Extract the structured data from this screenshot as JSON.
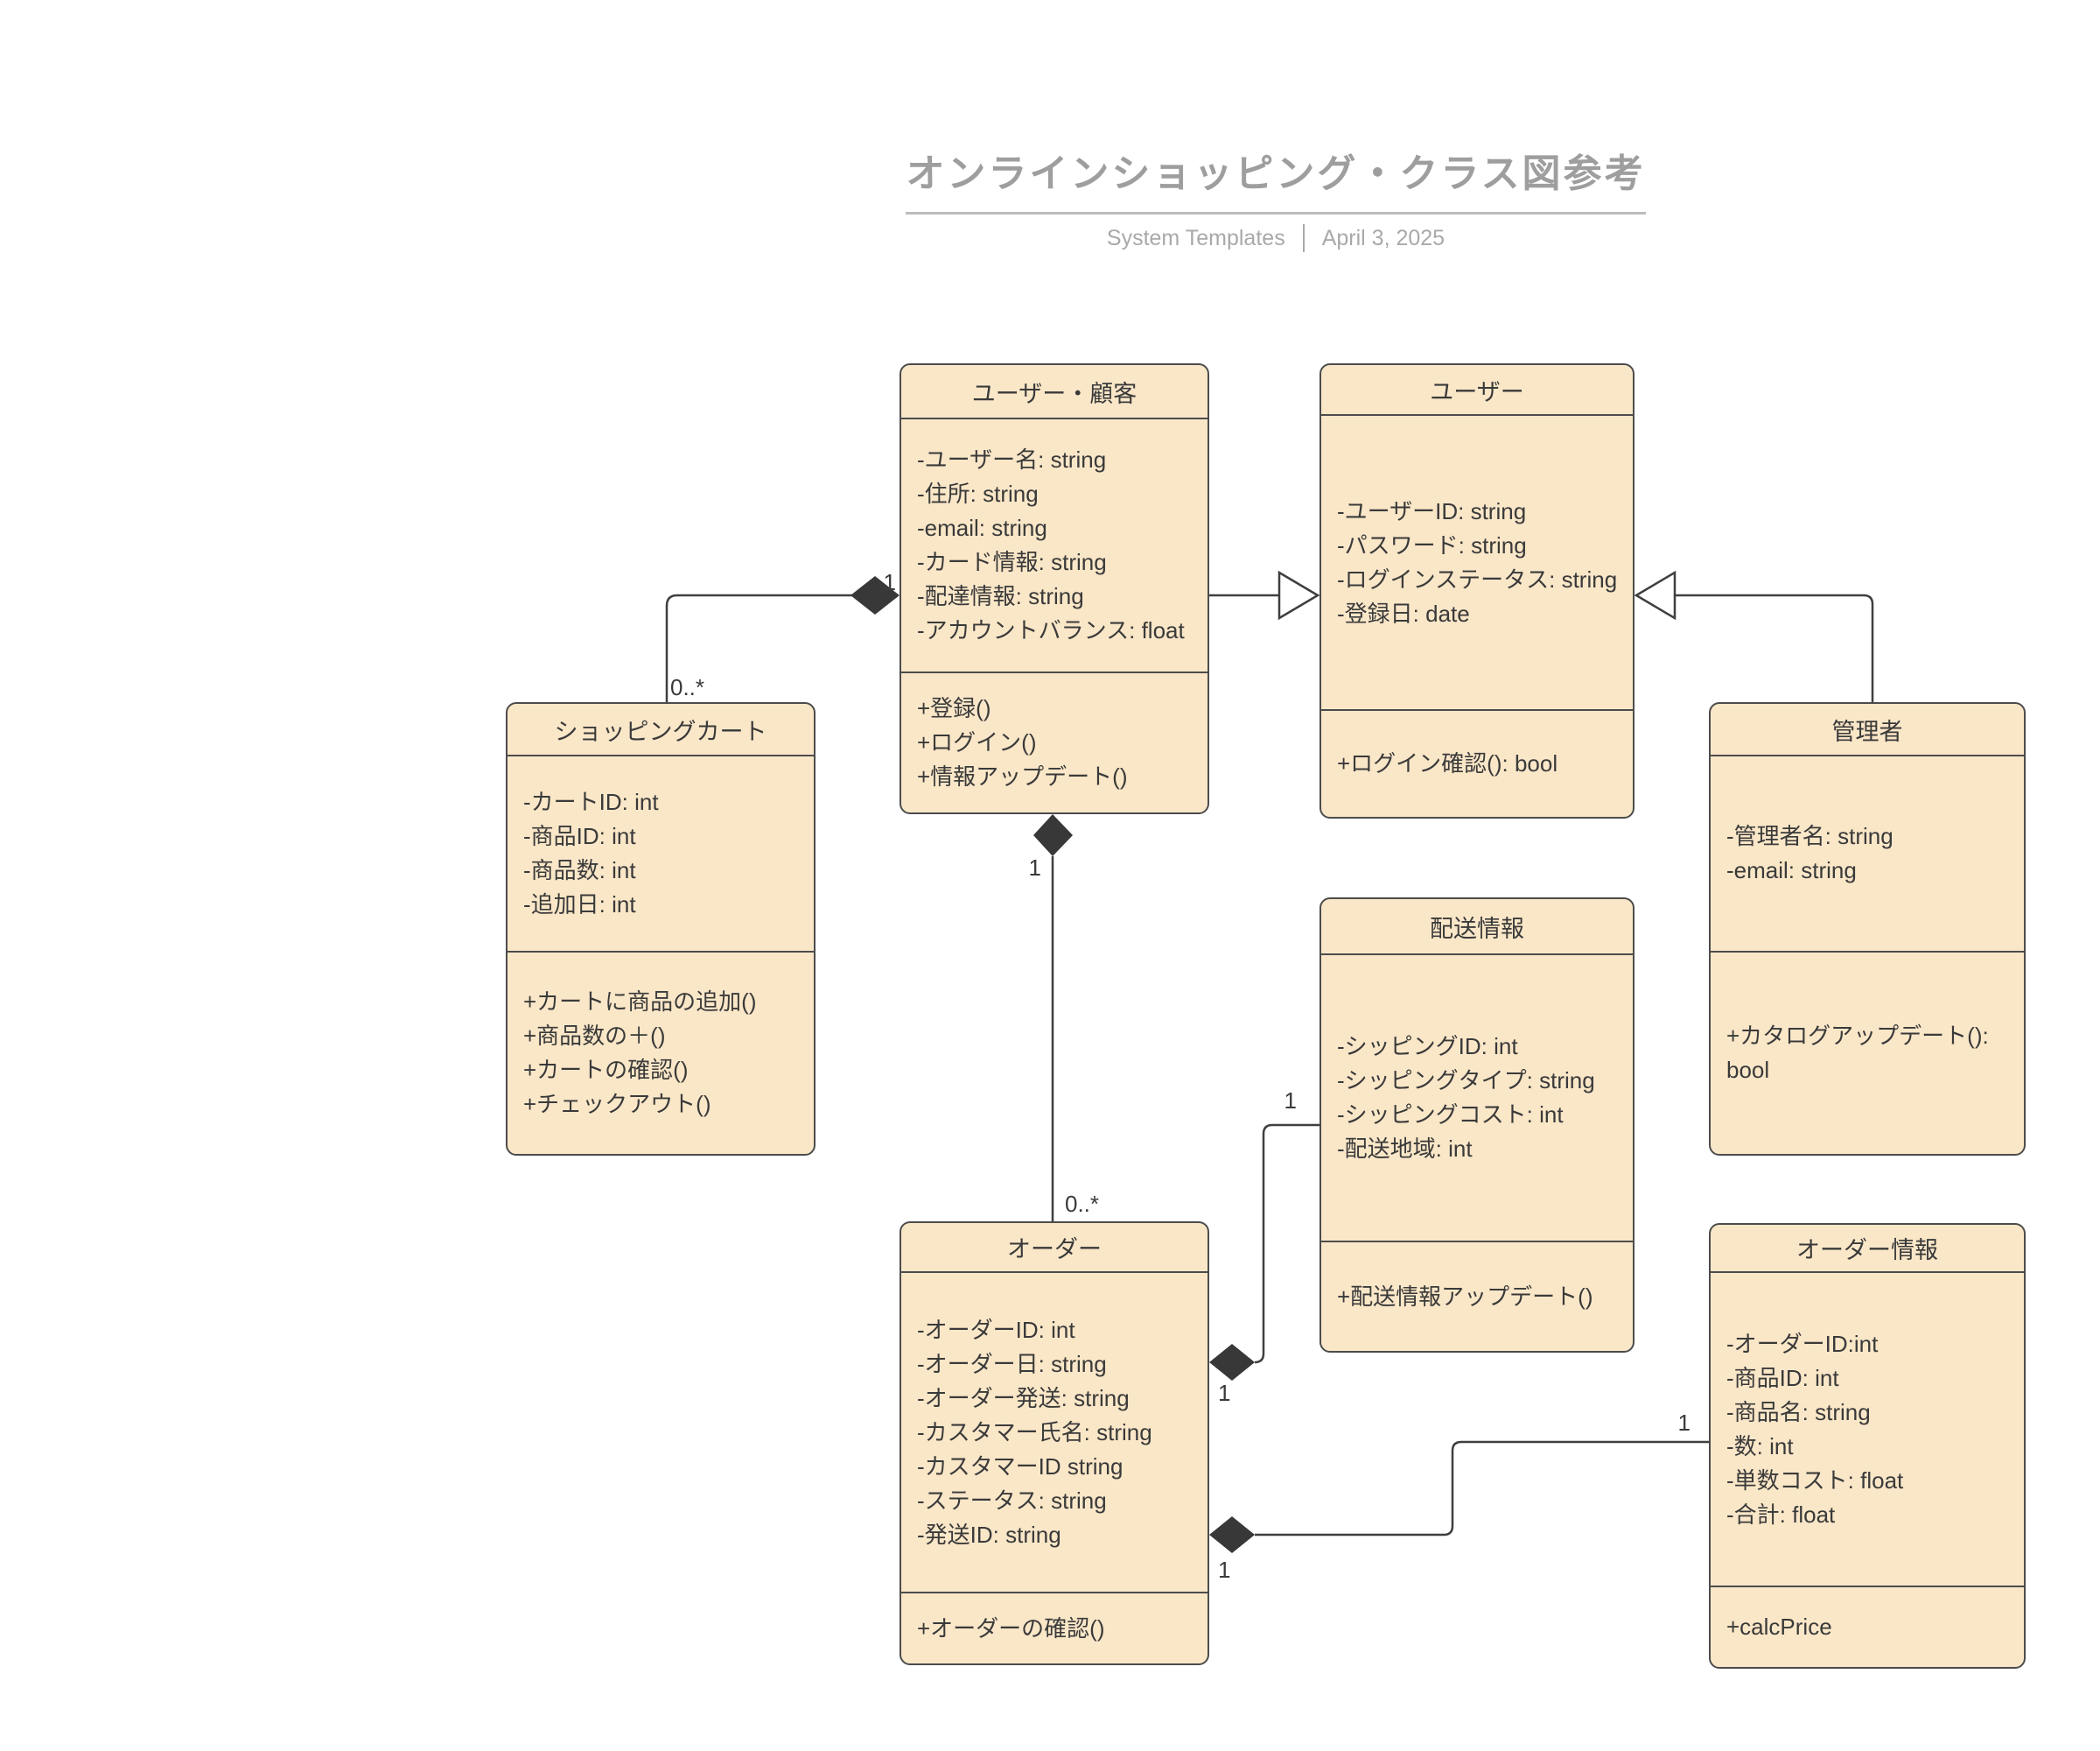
{
  "page": {
    "title": "オンラインショッピング・クラス図参考",
    "subtitle_left": "System Templates",
    "subtitle_right": "April 3, 2025"
  },
  "colors": {
    "box_fill": "#FAE7C8",
    "box_border": "#4C4C4C",
    "line": "#3F3F3F",
    "diamond": "#383838",
    "text": "#3A3A3A",
    "title": "#9E9E9E",
    "subtitle": "#A9A9A9",
    "rule": "#BDBDBD"
  },
  "classes": [
    {
      "name": "ユーザー・顧客",
      "attributes": [
        "-ユーザー名: string",
        "-住所: string",
        "-email: string",
        "-カード情報: string",
        "-配達情報: string",
        "-アカウントバランス: float"
      ],
      "methods": [
        "+登録()",
        "+ログイン()",
        "+情報アップデート()"
      ]
    },
    {
      "name": "ユーザー",
      "attributes": [
        "-ユーザーID: string",
        "-パスワード: string",
        "-ログインステータス: string",
        "-登録日: date"
      ],
      "methods": [
        "+ログイン確認(): bool"
      ]
    },
    {
      "name": "ショッピングカート",
      "attributes": [
        "-カートID: int",
        "-商品ID: int",
        "-商品数: int",
        "-追加日: int"
      ],
      "methods": [
        "+カートに商品の追加()",
        "+商品数の＋()",
        "+カートの確認()",
        "+チェックアウト()"
      ]
    },
    {
      "name": "管理者",
      "attributes": [
        "-管理者名: string",
        "-email: string"
      ],
      "methods": [
        "+カタログアップデート(): bool"
      ]
    },
    {
      "name": "配送情報",
      "attributes": [
        "-シッピングID: int",
        "-シッピングタイプ: string",
        "-シッピングコスト: int",
        "-配送地域: int"
      ],
      "methods": [
        "+配送情報アップデート()"
      ]
    },
    {
      "name": "オーダー",
      "attributes": [
        "-オーダーID: int",
        "-オーダー日: string",
        "-オーダー発送: string",
        "-カスタマー氏名: string",
        "-カスタマーID string",
        "-ステータス: string",
        "-発送ID: string"
      ],
      "methods": [
        "+オーダーの確認()"
      ]
    },
    {
      "name": "オーダー情報",
      "attributes": [
        "-オーダーID:int",
        "-商品ID: int",
        "-商品名: string",
        "-数: int",
        "-単数コスト: float",
        "-合計: float"
      ],
      "methods": [
        "+calcPrice"
      ]
    }
  ],
  "rels": {
    "cart_composition": {
      "whole": "1",
      "part": "0..*"
    },
    "order_composition": {
      "whole": "1",
      "part": "0..*"
    },
    "shipping_composition": {
      "whole": "1",
      "part": "1"
    },
    "order_info_composition": {
      "whole": "1",
      "part": "1"
    }
  }
}
